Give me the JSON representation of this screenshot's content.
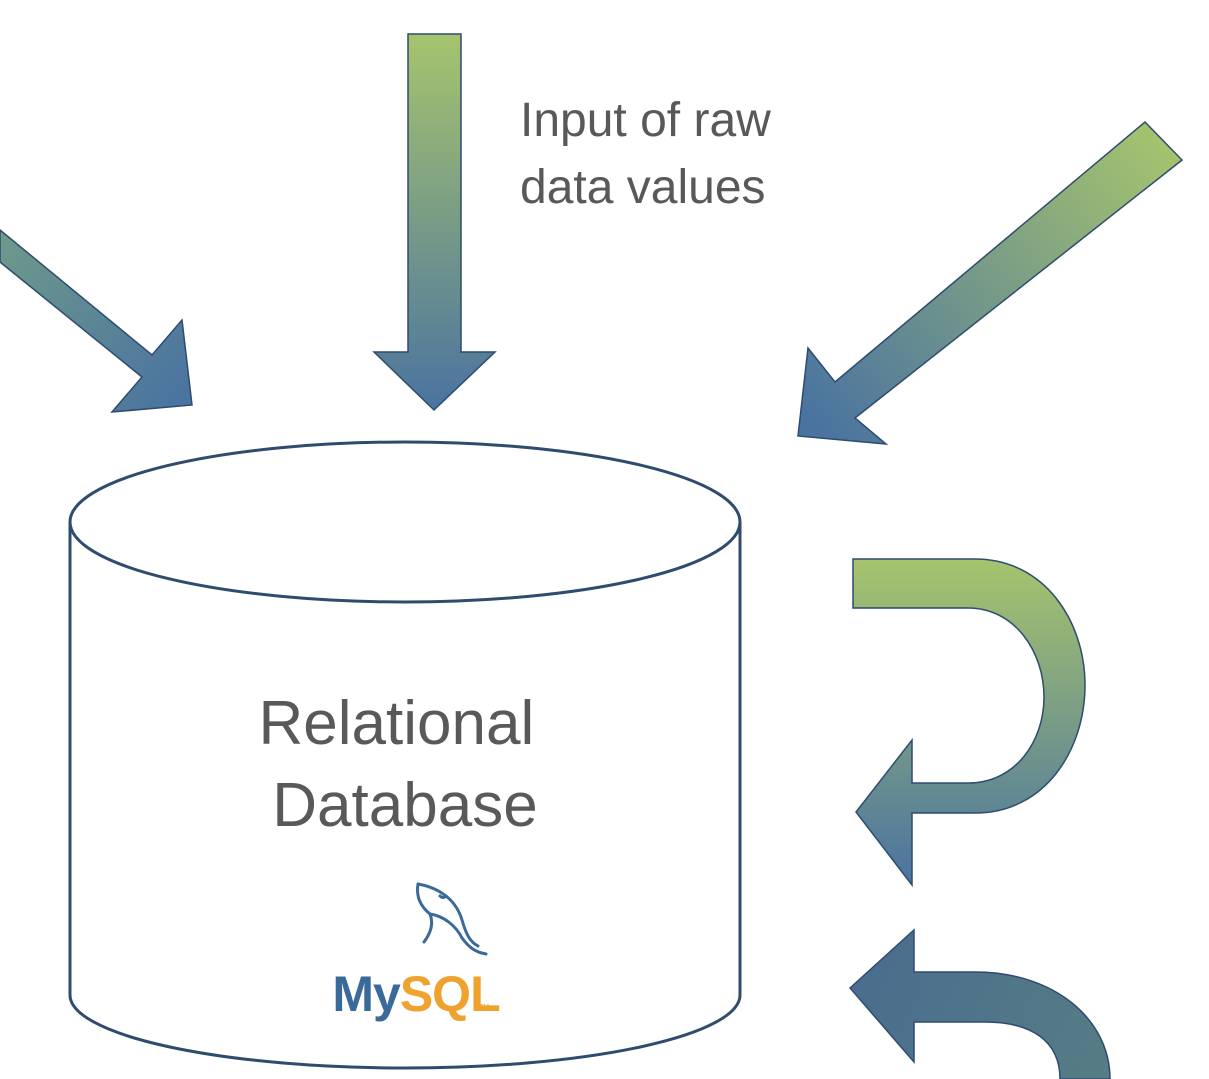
{
  "input_label": {
    "line1": "Input of raw",
    "line2": "data values"
  },
  "database": {
    "line1": "Relational",
    "line2": "Database"
  },
  "logo": {
    "part1": "My",
    "part2": "SQL",
    "trademark": "TM"
  },
  "colors": {
    "arrow_light": "#a6c46d",
    "arrow_dark": "#4a73a0",
    "outline": "#2f4b6e",
    "text": "#595959",
    "logo_blue": "#3a6a9a",
    "logo_orange": "#f0a22e"
  }
}
